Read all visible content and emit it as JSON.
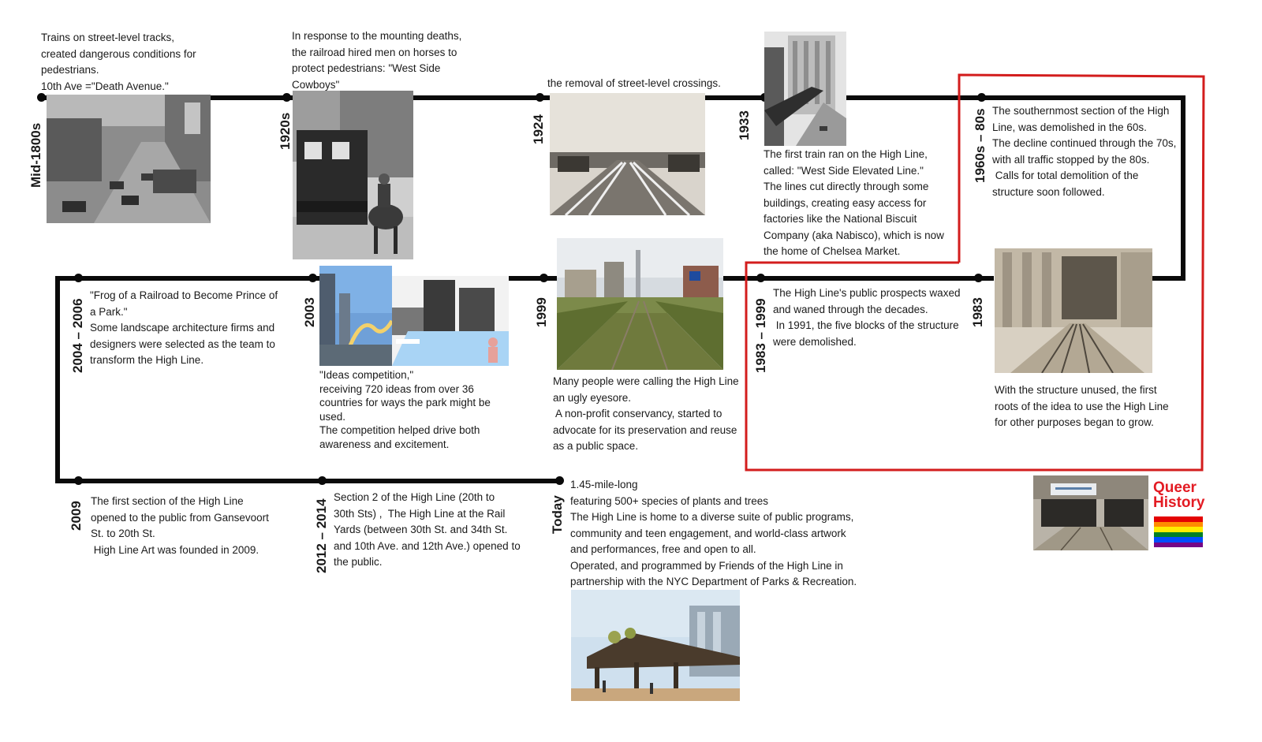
{
  "events": {
    "mid1800s": {
      "year": "Mid-1800s",
      "lines": [
        "Trains on street-level tracks,",
        "created dangerous conditions for",
        "pedestrians.",
        "10th Ave =\"Death Avenue.\""
      ]
    },
    "y1920s": {
      "year": "1920s",
      "lines": [
        "In response to the mounting deaths,",
        "the railroad hired men on horses to",
        "protect pedestrians: \"West Side",
        "Cowboys\""
      ]
    },
    "y1924": {
      "year": "1924",
      "lines": [
        "the removal of street-level crossings."
      ]
    },
    "y1933": {
      "year": "1933",
      "lines": [
        "The first train ran on the High Line,",
        "called: \"West Side Elevated Line.\"",
        "The lines cut directly through some",
        "buildings, creating easy access for",
        "factories like the National Biscuit",
        "Company (aka Nabisco), which is now",
        "the home of Chelsea Market."
      ]
    },
    "y1960s80s": {
      "year": "1960s – 80s",
      "lines": [
        "The southernmost section of the High",
        "Line, was demolished in the 60s.",
        "The decline continued through the 70s,",
        "with all traffic stopped by the 80s.",
        " Calls for total demolition of the",
        "structure soon followed."
      ]
    },
    "y1983": {
      "year": "1983",
      "lines": [
        "With the structure unused, the first",
        "roots of the idea to use the High Line",
        "for other purposes began to grow."
      ]
    },
    "y1983_1999": {
      "year": "1983 – 1999",
      "lines": [
        "The High Line's public prospects waxed",
        "and waned through the decades.",
        " In 1991, the five blocks of the structure",
        "were demolished."
      ]
    },
    "y1999": {
      "year": "1999",
      "lines": [
        "Many people were calling the High Line",
        "an ugly eyesore.",
        " A non-profit conservancy, started to",
        "advocate for its preservation and reuse",
        "as a public space."
      ]
    },
    "y2003": {
      "year": "2003",
      "lines": [
        "\"Ideas competition,\"",
        "receiving 720 ideas from over 36",
        "countries for ways the park might be",
        "used.",
        "The competition helped drive both",
        "awareness and excitement."
      ]
    },
    "y2004_2006": {
      "year": "2004 – 2006",
      "lines": [
        "\"Frog of a Railroad to Become Prince of",
        "a Park.\"",
        "Some landscape architecture firms and",
        "designers were selected as the team to",
        "transform the High Line."
      ]
    },
    "y2009": {
      "year": "2009",
      "lines": [
        "The first section of the High Line",
        "opened to the public from Gansevoort",
        "St. to 20th St.",
        " High Line Art was founded in 2009."
      ]
    },
    "y2012_2014": {
      "year": "2012 – 2014",
      "lines": [
        "Section 2 of the High Line (20th to",
        "30th Sts) ,  The High Line at the Rail",
        "Yards (between 30th St. and 34th St.",
        "and 10th Ave. and 12th Ave.) opened to",
        "the public."
      ]
    },
    "today": {
      "year": "Today",
      "lines": [
        "1.45-mile-long",
        "featuring 500+ species of plants and trees",
        "The High Line is home to a diverse suite of public programs,",
        "community and teen engagement, and world-class artwork",
        "and performances, free and open to all.",
        "Operated, and programmed by Friends of the High Line in",
        "partnership with the NYC Department of Parks & Recreation."
      ]
    }
  },
  "queer_history": {
    "line1": "Queer",
    "line2": "History"
  },
  "colors": {
    "timeline": "#0a0a0a",
    "highlight_border": "#d31d1d",
    "queer_text": "#e31b23",
    "rainbow": [
      "#e40303",
      "#ff8c00",
      "#ffed00",
      "#008026",
      "#004dff",
      "#750787"
    ]
  }
}
